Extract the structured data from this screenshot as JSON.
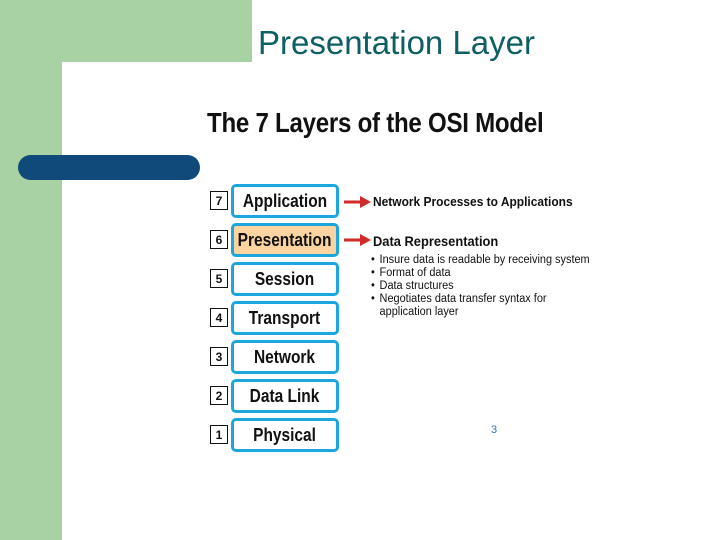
{
  "slide": {
    "title": "Presentation Layer",
    "page_number": "3"
  },
  "diagram": {
    "title": "The 7 Layers of the OSI Model",
    "layers": [
      {
        "number": "7",
        "name": "Application"
      },
      {
        "number": "6",
        "name": "Presentation"
      },
      {
        "number": "5",
        "name": "Session"
      },
      {
        "number": "4",
        "name": "Transport"
      },
      {
        "number": "3",
        "name": "Network"
      },
      {
        "number": "2",
        "name": "Data Link"
      },
      {
        "number": "1",
        "name": "Physical"
      }
    ],
    "application_desc": "Network Processes to Applications",
    "presentation_desc": "Data Representation",
    "bullets": [
      "Insure data is readable by receiving system",
      "Format of data",
      "Data structures",
      "Negotiates data transfer syntax for",
      "application layer"
    ]
  },
  "colors": {
    "green_band": "#a8d2a4",
    "blue_pill": "#0f4a7a",
    "title_teal": "#0e5f63",
    "layer_border": "#1ba7dd",
    "highlight_fill": "#f9d3a0",
    "arrow_red": "#d12a2a"
  }
}
